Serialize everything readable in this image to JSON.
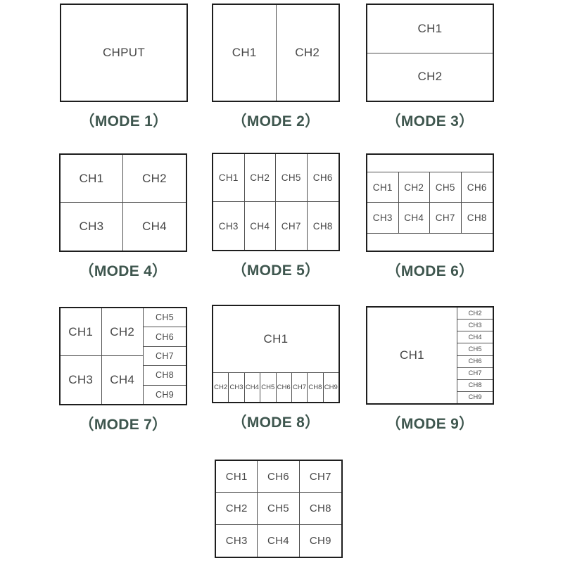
{
  "palette": {
    "background": "#FFFFFF",
    "caption_color": "#3E564E",
    "outer_border": "#1E1E1E",
    "inner_border": "#4F4F4F",
    "channel_text": "#474747"
  },
  "modes": {
    "m1": {
      "label": "（MODE 1）",
      "cells": [
        "CHPUT"
      ]
    },
    "m2": {
      "label": "（MODE 2）",
      "cells": [
        "CH1",
        "CH2"
      ]
    },
    "m3": {
      "label": "（MODE 3）",
      "cells": [
        "CH1",
        "CH2"
      ]
    },
    "m4": {
      "label": "（MODE 4）",
      "cells": [
        "CH1",
        "CH2",
        "CH3",
        "CH4"
      ]
    },
    "m5": {
      "label": "（MODE 5）",
      "cells": [
        "CH1",
        "CH2",
        "CH5",
        "CH6",
        "CH3",
        "CH4",
        "CH7",
        "CH8"
      ]
    },
    "m6": {
      "label": "（MODE 6）",
      "cells": [
        "CH1",
        "CH2",
        "CH5",
        "CH6",
        "CH3",
        "CH4",
        "CH7",
        "CH8"
      ]
    },
    "m7": {
      "label": "（MODE 7）",
      "main_cells": [
        "CH1",
        "CH2",
        "CH3",
        "CH4"
      ],
      "side_cells": [
        "CH5",
        "CH6",
        "CH7",
        "CH8",
        "CH9"
      ]
    },
    "m8": {
      "label": "（MODE 8）",
      "main_cell": "CH1",
      "strip_cells": [
        "CH2",
        "CH3",
        "CH4",
        "CH5",
        "CH6",
        "CH7",
        "CH8",
        "CH9"
      ]
    },
    "m9": {
      "label": "（MODE 9）",
      "main_cell": "CH1",
      "side_cells": [
        "CH2",
        "CH3",
        "CH4",
        "CH5",
        "CH6",
        "CH7",
        "CH8",
        "CH9"
      ]
    },
    "m10": {
      "cells": [
        "CH1",
        "CH6",
        "CH7",
        "CH2",
        "CH5",
        "CH8",
        "CH3",
        "CH4",
        "CH9"
      ]
    }
  }
}
